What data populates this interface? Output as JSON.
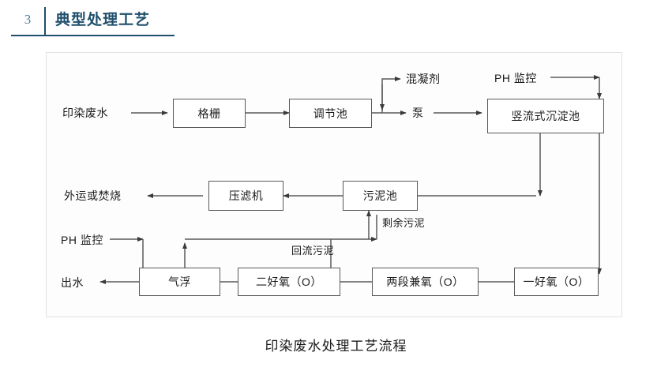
{
  "header": {
    "number": "3",
    "title": "典型处理工艺"
  },
  "figure": {
    "caption": "印染废水处理工艺流程",
    "nodes": [
      {
        "id": "influent",
        "label": "印染废水",
        "type": "text"
      },
      {
        "id": "grate",
        "label": "格栅",
        "type": "box"
      },
      {
        "id": "equal-tank",
        "label": "调节池",
        "type": "box"
      },
      {
        "id": "coagulant",
        "label": "混凝剂",
        "type": "text"
      },
      {
        "id": "pump",
        "label": "泵",
        "type": "text"
      },
      {
        "id": "ph-top",
        "label": "PH 监控",
        "type": "text"
      },
      {
        "id": "clarifier",
        "label": "竖流式沉淀池",
        "type": "box"
      },
      {
        "id": "disposal",
        "label": "外运或焚烧",
        "type": "text"
      },
      {
        "id": "filter",
        "label": "压滤机",
        "type": "box"
      },
      {
        "id": "sludge-tank",
        "label": "污泥池",
        "type": "box"
      },
      {
        "id": "ph-bottom",
        "label": "PH 监控",
        "type": "text"
      },
      {
        "id": "effluent",
        "label": "出水",
        "type": "text"
      },
      {
        "id": "flotation",
        "label": "气浮",
        "type": "box"
      },
      {
        "id": "aerobic-2",
        "label": "二好氧（O）",
        "type": "box"
      },
      {
        "id": "anoxic-2",
        "label": "两段兼氧（O）",
        "type": "box"
      },
      {
        "id": "aerobic-1",
        "label": "一好氧（O）",
        "type": "box"
      }
    ],
    "edge_labels": [
      {
        "id": "excess-sludge",
        "label": "剩余污泥"
      },
      {
        "id": "return-sludge",
        "label": "回流污泥"
      }
    ]
  },
  "colors": {
    "accent": "#1f4e6b",
    "number": "#4f7fa0",
    "line": "#5a5a5a",
    "panel_bg": "#fdfdfd"
  }
}
